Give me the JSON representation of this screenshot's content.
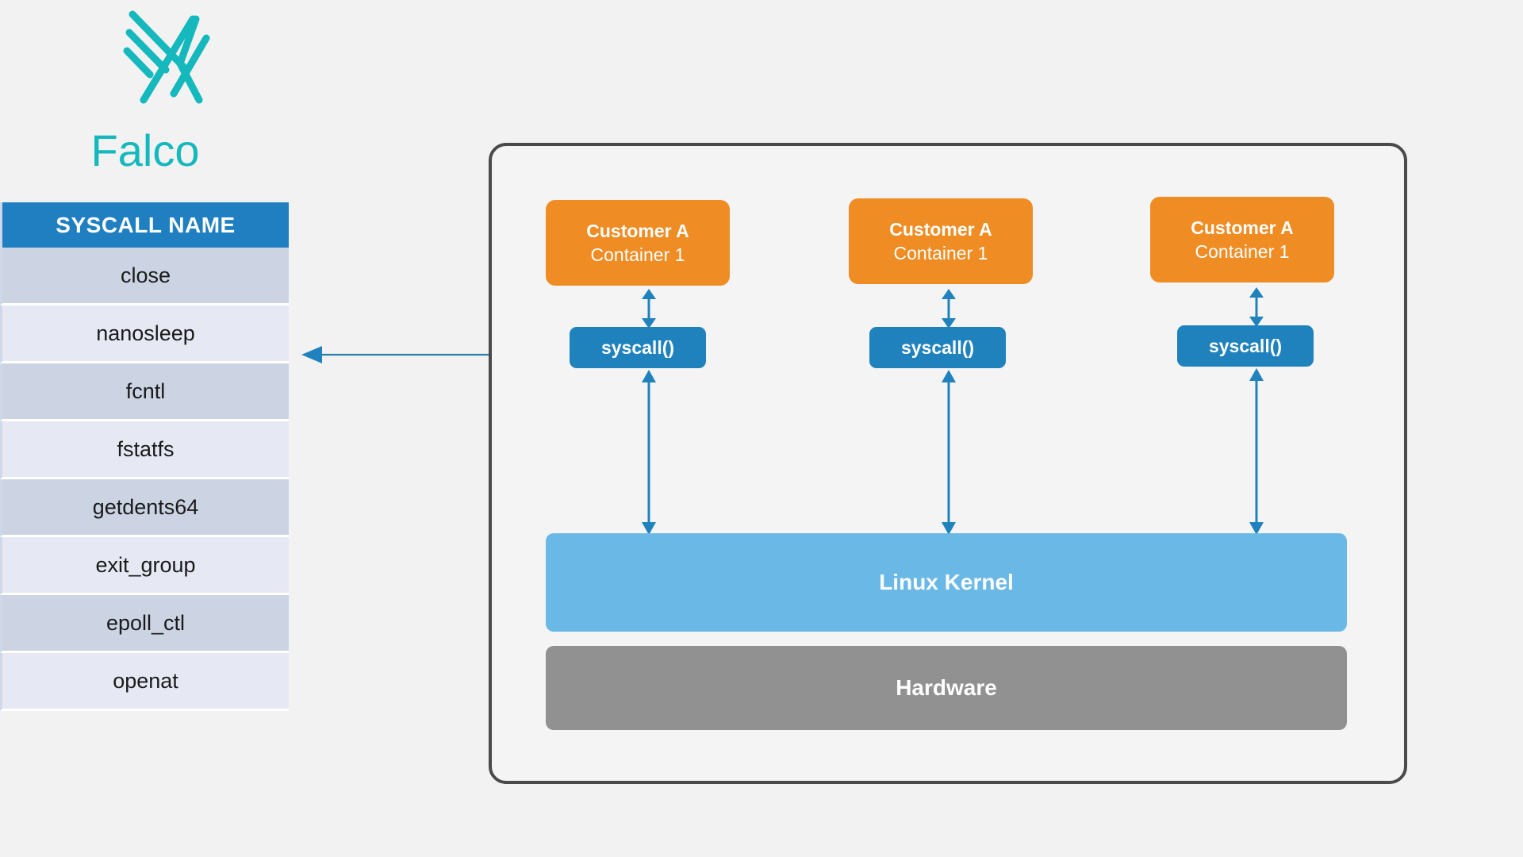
{
  "brand": {
    "name": "Falco",
    "logo_icon": "falco-logo-icon",
    "accent_color": "#14b8bd"
  },
  "table": {
    "header": "SYSCALL NAME",
    "header_bg": "#1f7fc0",
    "row_odd_bg": "#ccd4e4",
    "row_even_bg": "#e6e9f4",
    "rows": [
      {
        "name": "close"
      },
      {
        "name": "nanosleep"
      },
      {
        "name": "fcntl"
      },
      {
        "name": "fstatfs"
      },
      {
        "name": "getdents64"
      },
      {
        "name": "exit_group"
      },
      {
        "name": "epoll_ctl"
      },
      {
        "name": "openat"
      }
    ]
  },
  "pointer": {
    "icon": "left-arrow-icon",
    "color": "#1f82bd",
    "from": "syscall-box-1",
    "to": "syscall-table"
  },
  "diagram": {
    "border_color": "#4a4a4a",
    "background": "#f4f4f4",
    "containers": [
      {
        "customer": "Customer A",
        "container": "Container 1",
        "color": "#ef8c23"
      },
      {
        "customer": "Customer A",
        "container": "Container 1",
        "color": "#ef8c23"
      },
      {
        "customer": "Customer A",
        "container": "Container 1",
        "color": "#ef8c23"
      }
    ],
    "syscalls": [
      {
        "label": "syscall()",
        "color": "#1f82bd"
      },
      {
        "label": "syscall()",
        "color": "#1f82bd"
      },
      {
        "label": "syscall()",
        "color": "#1f82bd"
      }
    ],
    "layers": [
      {
        "label": "Linux Kernel",
        "color": "#6ab8e6"
      },
      {
        "label": "Hardware",
        "color": "#919191"
      }
    ],
    "arrows": {
      "icon": "double-headed-vertical-arrow-icon",
      "color": "#1f82bd",
      "count": 6
    }
  }
}
